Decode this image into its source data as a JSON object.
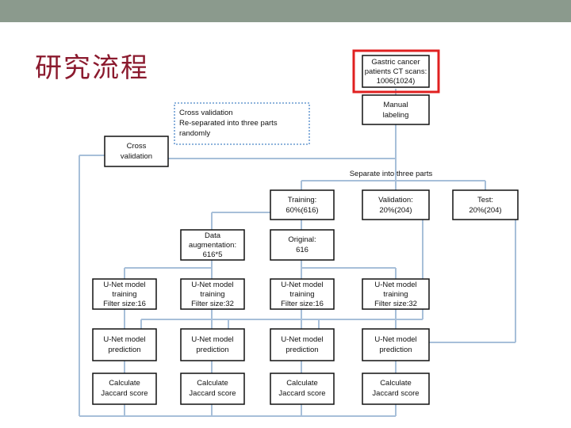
{
  "slide": {
    "title": "研究流程",
    "topbar_color": "#8b9a8d",
    "title_color": "#8b1a2e"
  },
  "diagram": {
    "source": [
      "Gastric cancer",
      "patients CT scans:",
      "1006(1024)"
    ],
    "manual": [
      "Manual",
      "labeling"
    ],
    "note": [
      "Cross validation",
      "Re-separated into three parts",
      "randomly"
    ],
    "cross": [
      "Cross",
      "validation"
    ],
    "separate": "Separate into three parts",
    "training": [
      "Training:",
      "60%(616)"
    ],
    "validation": [
      "Validation:",
      "20%(204)"
    ],
    "test": [
      "Test:",
      "20%(204)"
    ],
    "augmentation": [
      "Data",
      "augmentation:",
      "616*5"
    ],
    "original": [
      "Original:",
      "616"
    ],
    "unet_train": [
      [
        "U-Net model",
        "training",
        "Filter size:16"
      ],
      [
        "U-Net model",
        "training",
        "Filter size:32"
      ],
      [
        "U-Net model",
        "training",
        "Filter size:16"
      ],
      [
        "U-Net model",
        "training",
        "Filter size:32"
      ]
    ],
    "predict": [
      "U-Net model",
      "prediction"
    ],
    "jaccard": [
      "Calculate",
      "Jaccard score"
    ],
    "highlight_color": "#e02020",
    "connector_color": "#a7bfd9"
  }
}
